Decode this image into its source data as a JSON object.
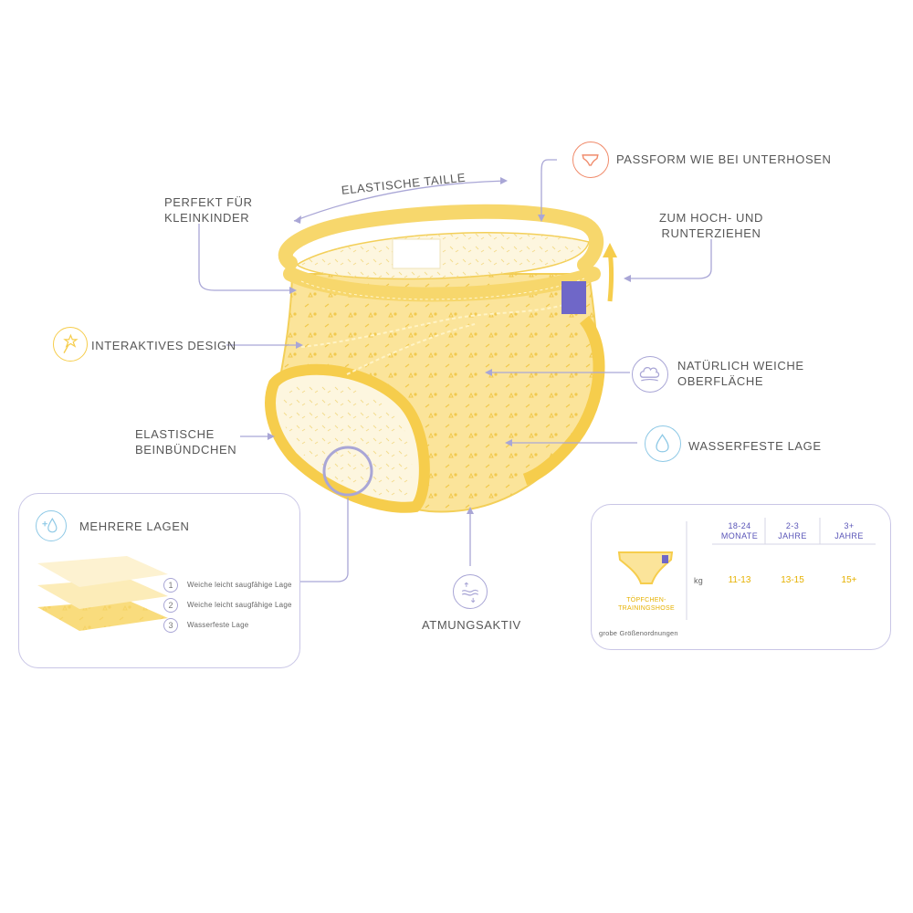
{
  "labels": {
    "waist": "ELASTISCHE TAILLE",
    "fit": "PASSFORM WIE BEI UNTERHOSEN",
    "toddler_line1": "PERFEKT FÜR",
    "toddler_line2": "KLEINKINDER",
    "pull_line1": "ZUM HOCH- UND",
    "pull_line2": "RUNTERZIEHEN",
    "interactive": "INTERAKTIVES DESIGN",
    "soft_line1": "NATÜRLICH WEICHE",
    "soft_line2": "OBERFLÄCHE",
    "leg_line1": "ELASTISCHE",
    "leg_line2": "BEINBÜNDCHEN",
    "waterproof": "WASSERFESTE LAGE",
    "breathable": "ATMUNGSAKTIV"
  },
  "layers_panel": {
    "title": "MEHRERE LAGEN",
    "items": [
      {
        "num": "1",
        "text": "Weiche leicht saugfähige Lage"
      },
      {
        "num": "2",
        "text": "Weiche leicht saugfähige Lage"
      },
      {
        "num": "3",
        "text": "Wasserfeste Lage"
      }
    ]
  },
  "size_table": {
    "columns": [
      {
        "line1": "18-24",
        "line2": "MONATE",
        "value": "11-13"
      },
      {
        "line1": "2-3",
        "line2": "JAHRE",
        "value": "13-15"
      },
      {
        "line1": "3+",
        "line2": "JAHRE",
        "value": "15+"
      }
    ],
    "unit": "kg",
    "product_line1": "TÖPFCHEN-",
    "product_line2": "TRAININGSHOSE",
    "footnote": "grobe Größenordnungen"
  },
  "colors": {
    "yellow": "#fbe49a",
    "yellow_dark": "#f6cd4c",
    "line": "#a9a6d6",
    "purple": "#6f67c8",
    "orange": "#f08a6a",
    "blue": "#8ec9e6"
  }
}
